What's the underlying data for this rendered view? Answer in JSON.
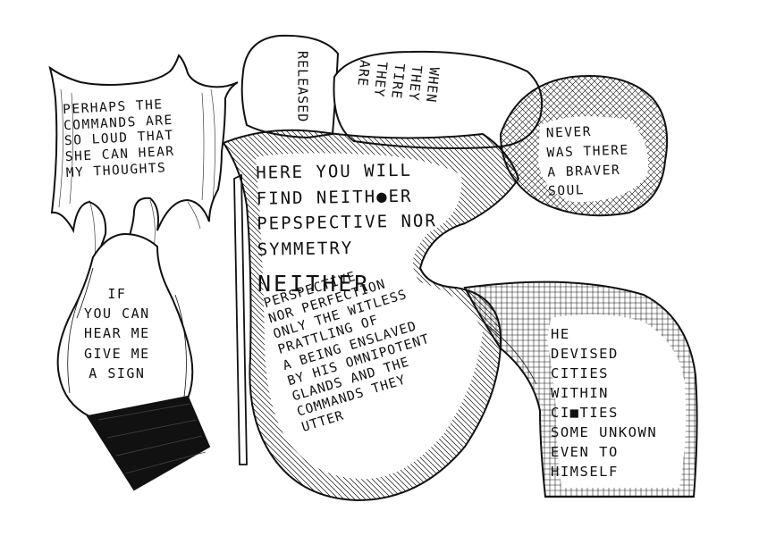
{
  "texts": {
    "perhaps": [
      "PERHAPS THE",
      "COMMANDS ARE",
      "SO LOUD THAT",
      "SHE CAN HEAR",
      "MY THOUGHTS"
    ],
    "if_you": [
      "IF",
      "YOU CAN",
      "HEAR ME",
      "GIVE ME",
      "A SIGN"
    ],
    "released": "RELEASED",
    "when_they": [
      "WHEN",
      "THEY",
      "TIRE",
      "THEY",
      "ARE"
    ],
    "never": [
      "NEVER",
      "WAS THERE",
      "A BRAVER",
      "SOUL"
    ],
    "here": [
      "HERE YOU WILL",
      "FIND NEITH●ER",
      "PEPSPECTIVE NOR",
      "SYMMETRY"
    ],
    "neither": "NEITHER",
    "prattle": [
      "PERSPECTIVE",
      "NOR PERFECTION",
      "ONLY THE WITLESS",
      "PRATTLING OF",
      "A BEING ENSLAVED",
      "BY HIS OMNIPOTENT",
      "GLANDS AND THE",
      "COMMANDS THEY",
      "UTTER"
    ],
    "he": [
      "HE",
      "DEVISED",
      "CITIES",
      "WITHIN",
      "CI■TIES",
      "SOME UNKOWN",
      "EVEN TO",
      "HIMSELF"
    ]
  },
  "colors": {
    "ink": "#111111",
    "paper": "#ffffff"
  }
}
